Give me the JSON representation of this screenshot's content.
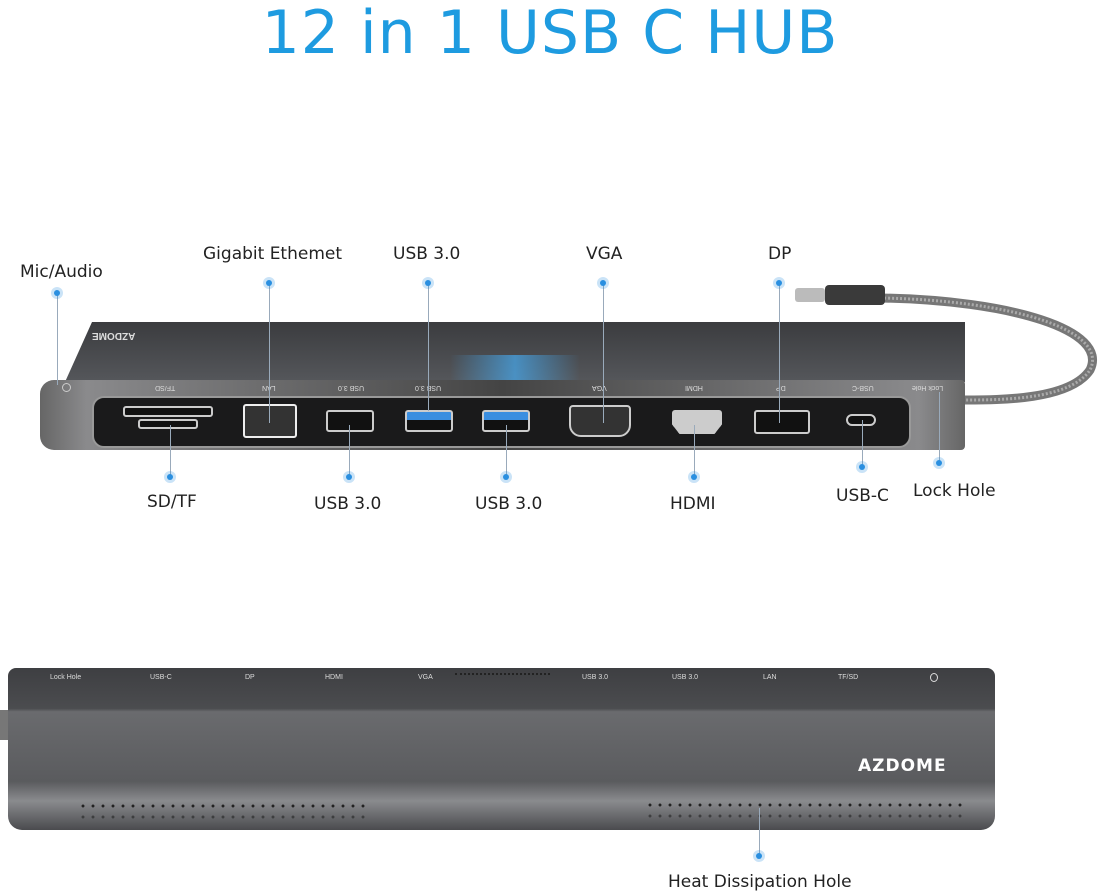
{
  "title": "12 in 1 USB C HUB",
  "colors": {
    "title": "#1e9be0",
    "callout_dot": "#2a8fe0",
    "device_body": "#4a4b4e"
  },
  "callouts_top": [
    "Mic/Audio",
    "Gigabit Ethemet",
    "USB 3.0",
    "VGA",
    "DP"
  ],
  "callouts_bottom": [
    "SD/TF",
    "USB 3.0",
    "USB 3.0",
    "HDMI",
    "USB-C",
    "Lock Hole"
  ],
  "callout_heat": "Heat Dissipation Hole",
  "device_front": {
    "brand": "AZDOME",
    "port_labels": [
      "TF/SD",
      "LAN",
      "USB 3.0",
      "USB 3.0",
      "VGA",
      "HDMI",
      "DP",
      "USB-C",
      "Lock Hole"
    ]
  },
  "device_back": {
    "brand": "AZDOME",
    "port_labels": [
      "Lock Hole",
      "USB-C",
      "DP",
      "HDMI",
      "VGA",
      "USB 3.0",
      "USB 3.0",
      "LAN",
      "TF/SD"
    ]
  }
}
